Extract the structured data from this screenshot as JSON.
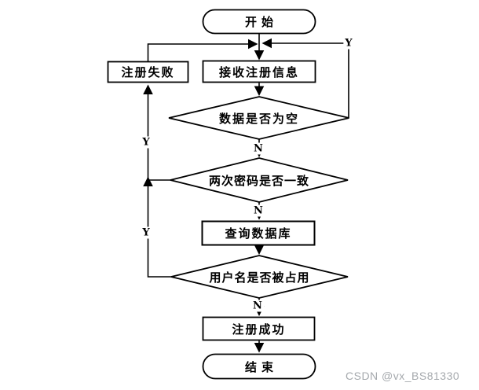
{
  "diagram": {
    "nodes": {
      "start": {
        "label": "开始",
        "type": "terminator"
      },
      "receive_info": {
        "label": "接收注册信息",
        "type": "process"
      },
      "register_fail": {
        "label": "注册失败",
        "type": "process"
      },
      "data_empty": {
        "label": "数据是否为空",
        "type": "decision"
      },
      "passwords_match": {
        "label": "两次密码是否一致",
        "type": "decision"
      },
      "query_db": {
        "label": "查询数据库",
        "type": "process"
      },
      "username_taken": {
        "label": "用户名是否被占用",
        "type": "decision"
      },
      "register_success": {
        "label": "注册成功",
        "type": "process"
      },
      "end": {
        "label": "结束",
        "type": "terminator"
      }
    },
    "branches": {
      "data_empty_yes": "Y",
      "data_empty_no": "N",
      "passwords_match_yes": "Y",
      "passwords_match_no": "N",
      "username_taken_yes": "Y",
      "username_taken_no": "N"
    },
    "colors": {
      "line": "#000000",
      "fill": "#ffffff",
      "text": "#000000"
    }
  },
  "watermark": {
    "text": "CSDN @vx_BS81330",
    "color": "#a5a9ad"
  }
}
